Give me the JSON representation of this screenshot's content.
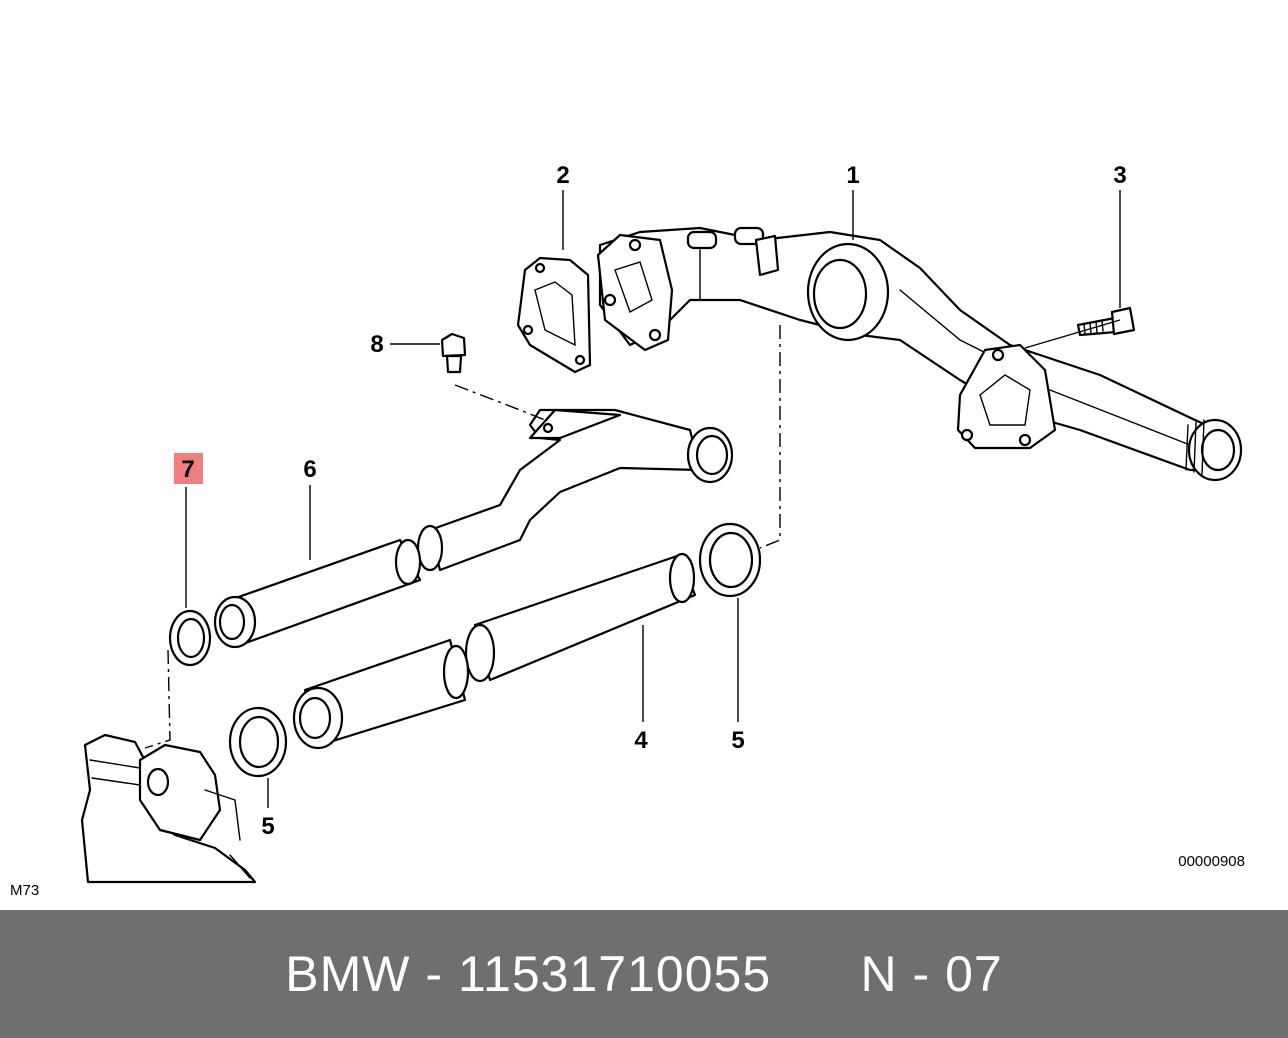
{
  "diagram": {
    "callouts": {
      "c1": "1",
      "c2": "2",
      "c3": "3",
      "c4": "4",
      "c5a": "5",
      "c5b": "5",
      "c6": "6",
      "c7": "7",
      "c8": "8"
    },
    "highlight_callout": "7",
    "highlight_color": "#f08080",
    "model_code": "M73",
    "drawing_number": "00000908"
  },
  "footer": {
    "brand": "BMW",
    "separator1": "-",
    "part_number": "11531710055",
    "position_label": "N",
    "separator2": "-",
    "position_number": "07",
    "background_color": "#6f6f6f",
    "text_color": "#ffffff"
  }
}
